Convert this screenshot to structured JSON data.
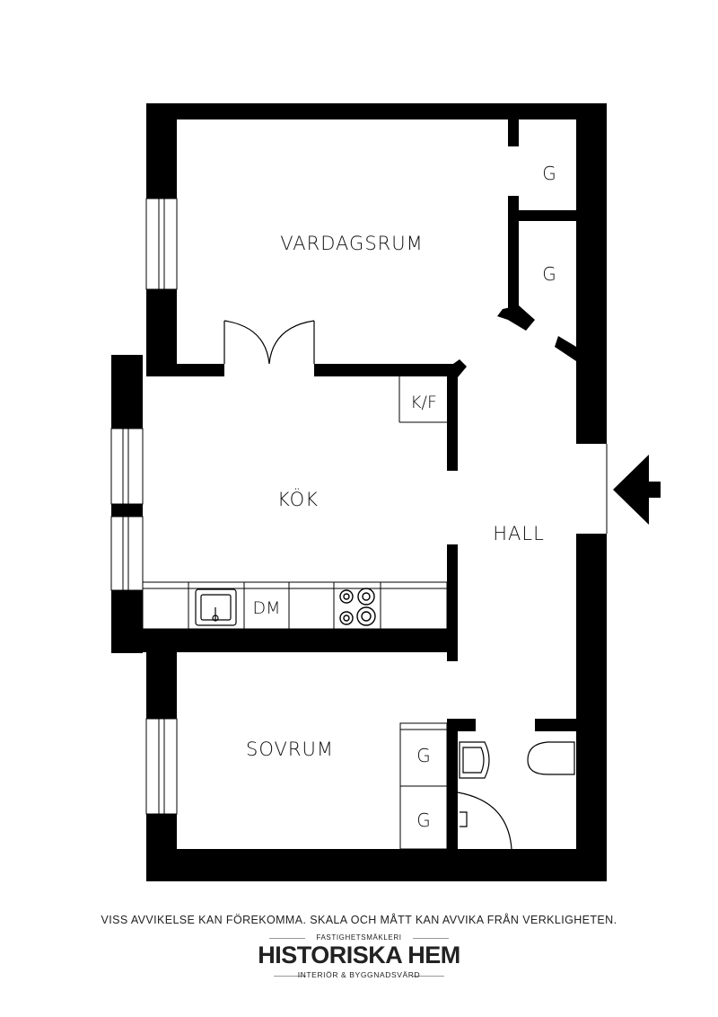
{
  "rooms": {
    "living_room": "VARDAGSRUM",
    "kitchen": "KÖK",
    "hall": "HALL",
    "bedroom": "SOVRUM"
  },
  "fixtures": {
    "closet": "G",
    "fridge_freezer": "K/F",
    "dishwasher": "DM"
  },
  "footer": {
    "disclaimer": "VISS AVVIKELSE KAN FÖREKOMMA. SKALA OCH MÅTT KAN AVVIKA FRÅN VERKLIGHETEN.",
    "logo_top": "FASTIGHETSMÄKLERI",
    "logo_main": "HISTORISKA HEM",
    "logo_sub": "INTERIÖR & BYGGNADSVÄRD"
  }
}
